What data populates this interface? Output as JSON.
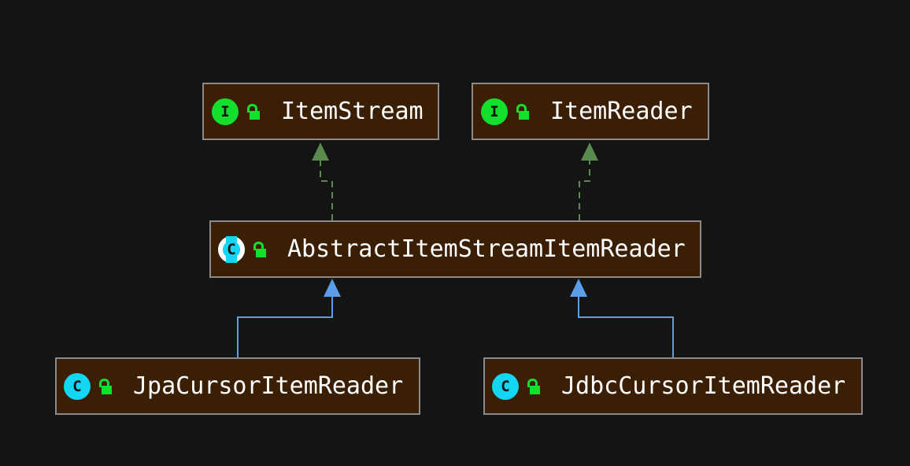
{
  "colors": {
    "background": "#141414",
    "node_fill": "#3b1f05",
    "node_border": "#8a8a8a",
    "interface_badge": "#12e02c",
    "class_badge": "#13d6f2",
    "lock": "#12e02c",
    "implements_edge": "#5b8a4f",
    "extends_edge": "#5a9de8"
  },
  "nodes": [
    {
      "name": "ItemStream",
      "kind": "interface",
      "badge_letter": "I",
      "icon": "unlocked-lock-icon"
    },
    {
      "name": "ItemReader",
      "kind": "interface",
      "badge_letter": "I",
      "icon": "unlocked-lock-icon"
    },
    {
      "name": "AbstractItemStreamItemReader",
      "kind": "abstract-class",
      "badge_letter": "C",
      "icon": "unlocked-lock-icon"
    },
    {
      "name": "JpaCursorItemReader",
      "kind": "class",
      "badge_letter": "C",
      "icon": "unlocked-lock-icon"
    },
    {
      "name": "JdbcCursorItemReader",
      "kind": "class",
      "badge_letter": "C",
      "icon": "unlocked-lock-icon"
    }
  ],
  "edges": [
    {
      "from": "AbstractItemStreamItemReader",
      "to": "ItemStream",
      "type": "implements",
      "style": "dashed"
    },
    {
      "from": "AbstractItemStreamItemReader",
      "to": "ItemReader",
      "type": "implements",
      "style": "dashed"
    },
    {
      "from": "JpaCursorItemReader",
      "to": "AbstractItemStreamItemReader",
      "type": "extends",
      "style": "solid"
    },
    {
      "from": "JdbcCursorItemReader",
      "to": "AbstractItemStreamItemReader",
      "type": "extends",
      "style": "solid"
    }
  ]
}
